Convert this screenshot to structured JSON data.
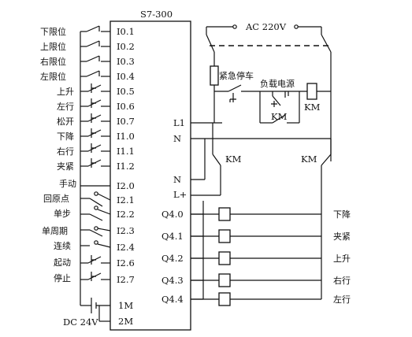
{
  "plc": {
    "model": "S7-300",
    "inputs": [
      "I0.1",
      "I0.2",
      "I0.3",
      "I0.4",
      "I0.5",
      "I0.6",
      "I0.7",
      "I1.0",
      "I1.1",
      "I1.2",
      "I2.0",
      "I2.1",
      "I2.2",
      "I2.3",
      "I2.4",
      "I2.6",
      "I2.7"
    ],
    "common": [
      "1M",
      "2M"
    ],
    "power_terminals": [
      "L1",
      "N",
      "N",
      "L+"
    ],
    "outputs": [
      "Q4.0",
      "Q4.1",
      "Q4.2",
      "Q4.3",
      "Q4.4"
    ]
  },
  "input_labels": [
    "下限位",
    "上限位",
    "右限位",
    "左限位",
    "上升",
    "左行",
    "松开",
    "下降",
    "右行",
    "夹紧",
    "手动",
    "回原点",
    "单步",
    "单周期",
    "连续",
    "起动",
    "停止"
  ],
  "power": {
    "supply": "AC 220V",
    "emergency_stop": "紧急停车",
    "load_power": "负载电源",
    "contactor": "KM",
    "dc_supply": "DC 24V"
  },
  "output_labels": [
    "下降",
    "夹紧",
    "上升",
    "右行",
    "左行"
  ]
}
